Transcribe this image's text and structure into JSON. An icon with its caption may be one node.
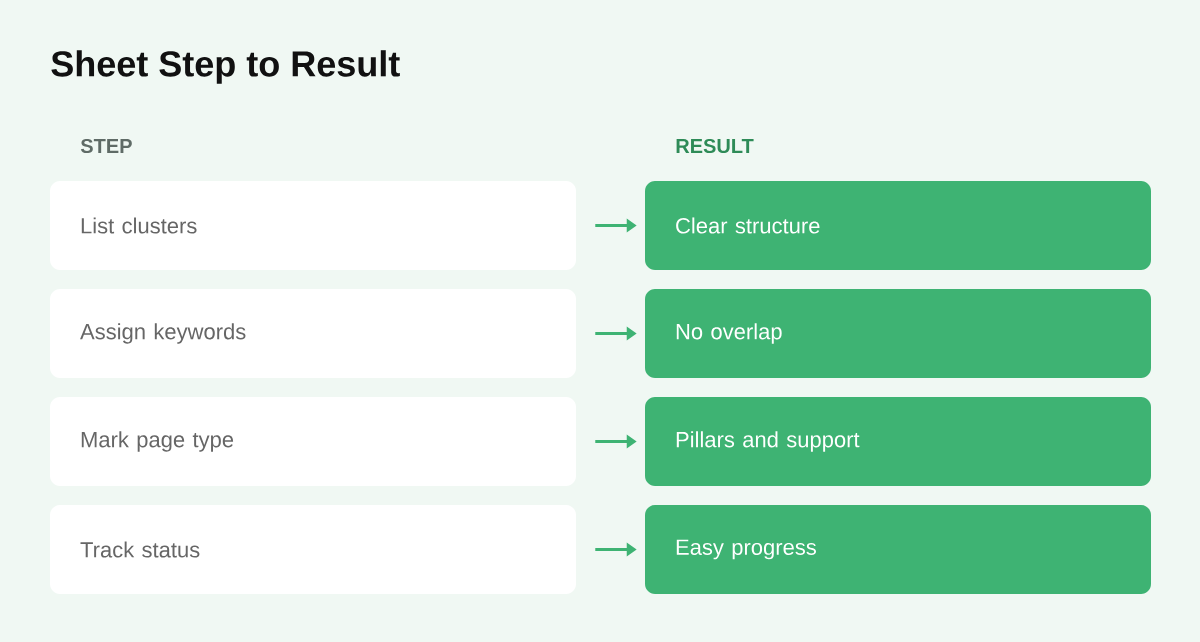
{
  "diagram": {
    "title": "Sheet Step to Result",
    "nodes": [
      {
        "text": [
          "List clusters"
        ]
      },
      {
        "text": [
          "Assign keywords"
        ]
      },
      {
        "text": [
          "Mark page type"
        ]
      },
      {
        "text": [
          "Track status"
        ]
      },
      {
        "text": [
          "Clear structure"
        ]
      },
      {
        "text": [
          "No overlap"
        ]
      },
      {
        "text": [
          "Pillars and support"
        ]
      },
      {
        "text": [
          "Easy progress"
        ]
      }
    ],
    "edges": [
      {
        "from": 0,
        "to": 4,
        "arrow": "to"
      },
      {
        "from": 1,
        "to": 5,
        "arrow": "to"
      },
      {
        "from": 2,
        "to": 6,
        "arrow": "to"
      },
      {
        "from": 3,
        "to": 7,
        "arrow": "to"
      }
    ],
    "labels": [
      "STEP",
      "RESULT"
    ]
  }
}
